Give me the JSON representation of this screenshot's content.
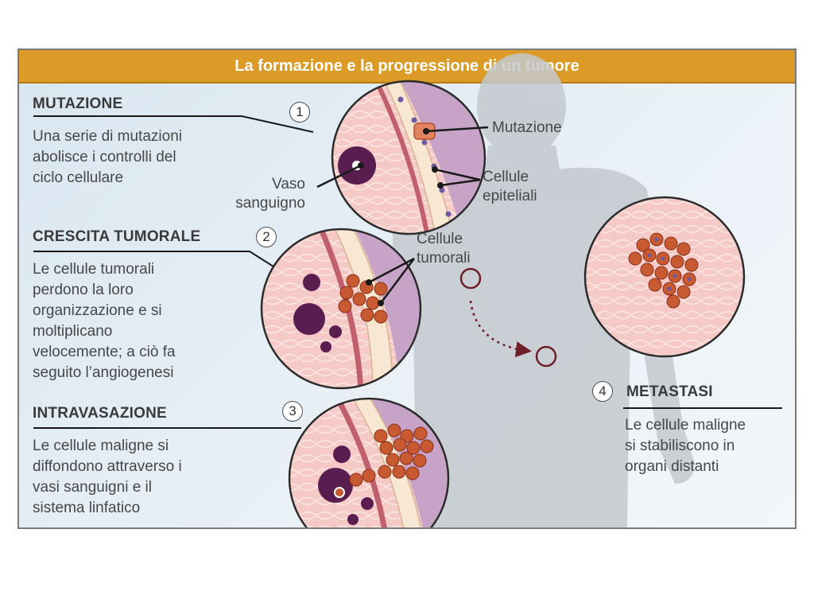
{
  "header": {
    "title": "La formazione e la progressione di un tumore"
  },
  "stages": [
    {
      "number": "1",
      "title": "MUTAZIONE",
      "description_lines": [
        "Una serie di mutazioni",
        "abolisce i controlli del",
        "ciclo cellulare"
      ]
    },
    {
      "number": "2",
      "title": "CRESCITA TUMORALE",
      "description_lines": [
        "Le cellule tumorali",
        "perdono la loro",
        "organizzazione e si",
        "moltiplicano",
        "velocemente; a ciò fa",
        "seguito l’angiogenesi"
      ]
    },
    {
      "number": "3",
      "title": "INTRAVASAZIONE",
      "description_lines": [
        "Le cellule maligne si",
        "diffondono attraverso i",
        "vasi sanguigni e il",
        "sistema linfatico"
      ]
    },
    {
      "number": "4",
      "title": "METASTASI",
      "description_lines": [
        "Le cellule maligne",
        "si stabiliscono in",
        "organi distanti"
      ]
    }
  ],
  "labels": {
    "mutazione": "Mutazione",
    "vaso_line1": "Vaso",
    "vaso_line2": "sanguigno",
    "cellule_epiteliali_line1": "Cellule",
    "cellule_epiteliali_line2": "epiteliali",
    "cellule_tumorali_line1": "Cellule",
    "cellule_tumorali_line2": "tumorali"
  },
  "colors": {
    "header": "#dc9b27",
    "tissue": "#f4c9c6",
    "vessel": "#5a1d4f",
    "tumor_cell": "#c85a32",
    "epithelium": "#f7e7d3",
    "silhouette": "#c3c9ce"
  }
}
